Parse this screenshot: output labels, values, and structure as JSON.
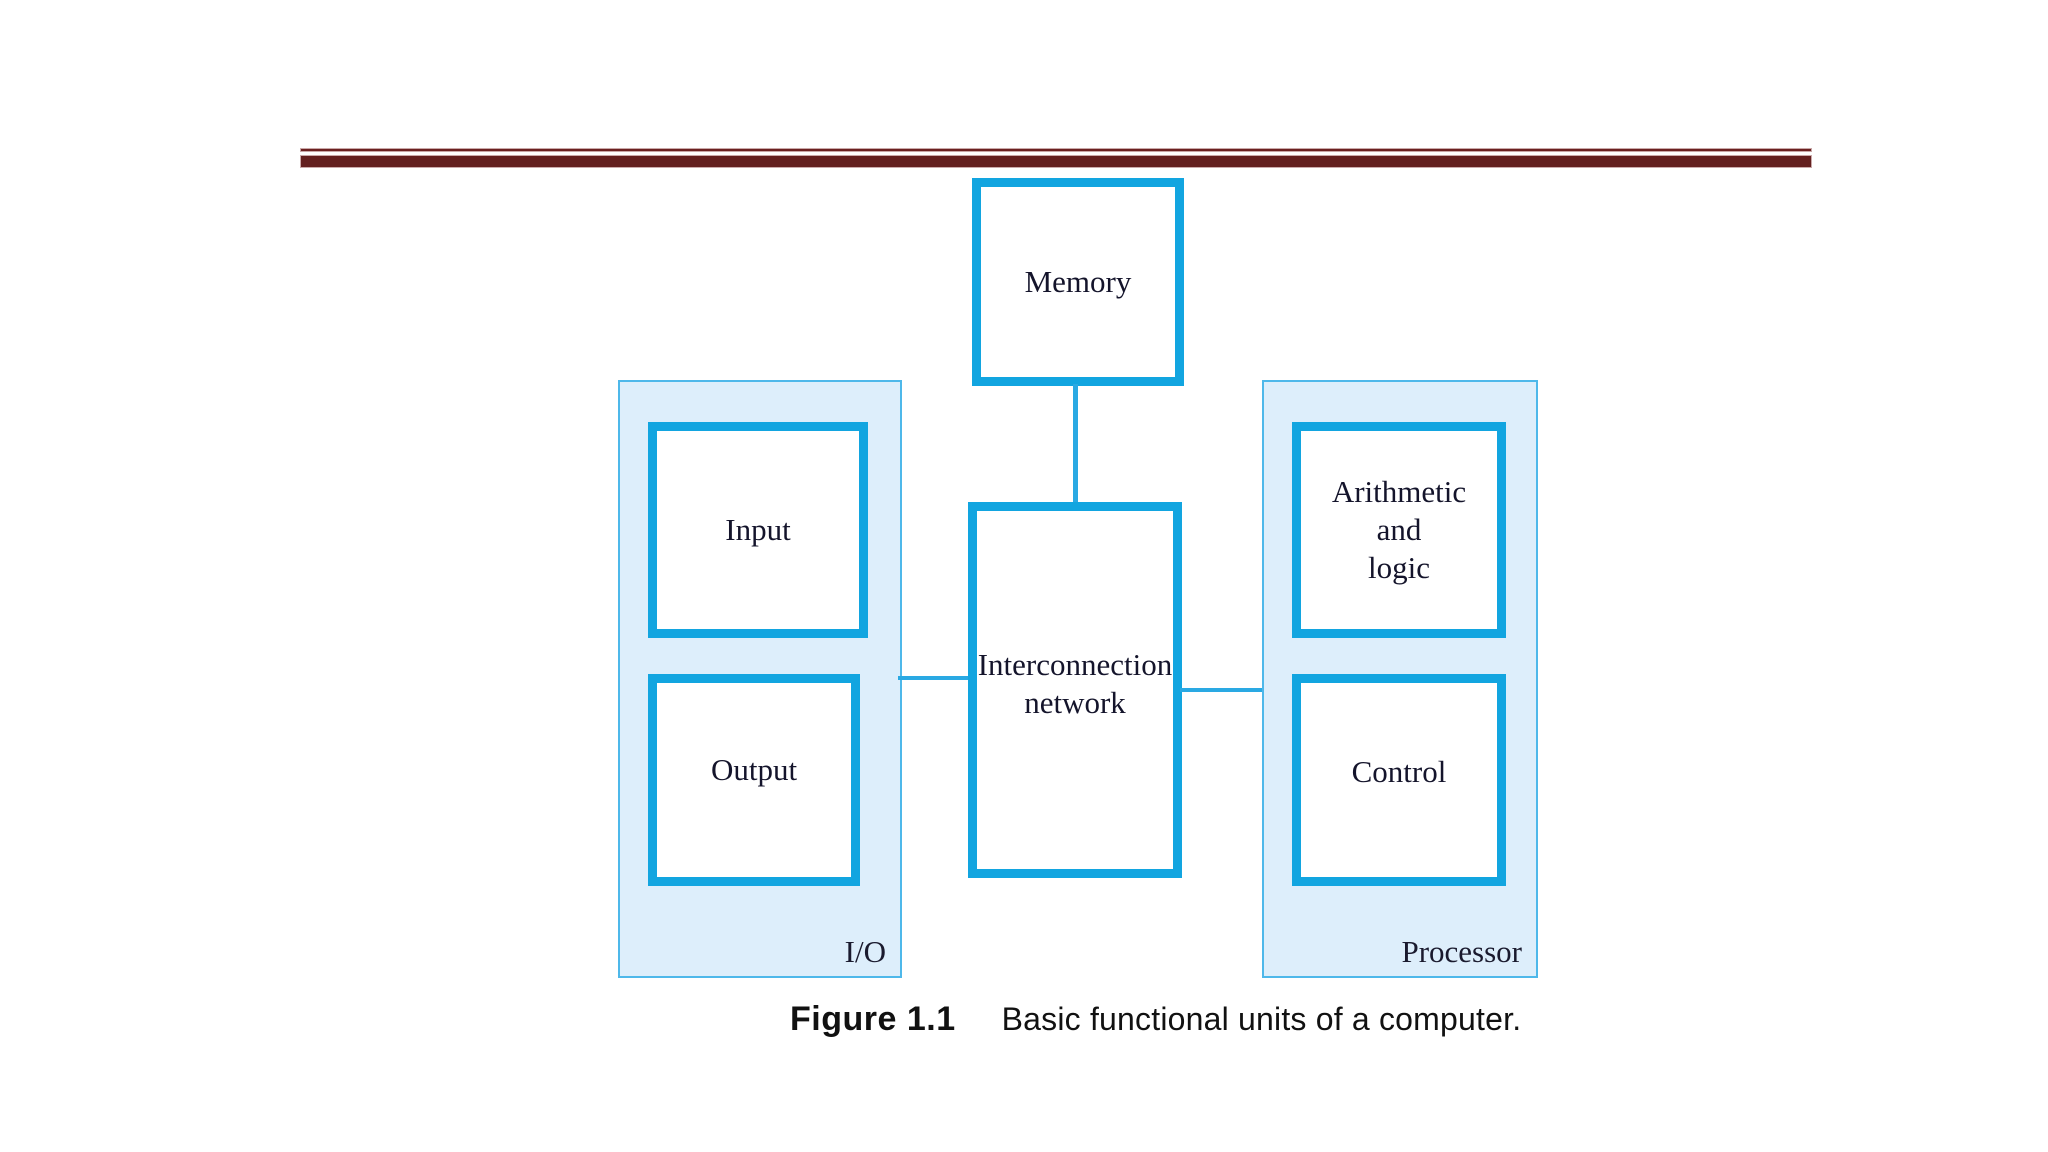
{
  "figure": {
    "caption_number": "Figure 1.1",
    "caption_text": "Basic functional units of a computer.",
    "accent_color": "#12a5e0",
    "panel_fill_color": "#ddeefb",
    "panel_border_color": "#4eb8ea",
    "rule_color": "#63201f",
    "text_color": "#14142b"
  },
  "units": {
    "memory": "Memory",
    "input": "Input",
    "output": "Output",
    "interconnection": "Interconnection\nnetwork",
    "arithmetic_logic": "Arithmetic\nand\nlogic",
    "control": "Control"
  },
  "groups": {
    "io_label": "I/O",
    "processor_label": "Processor"
  }
}
